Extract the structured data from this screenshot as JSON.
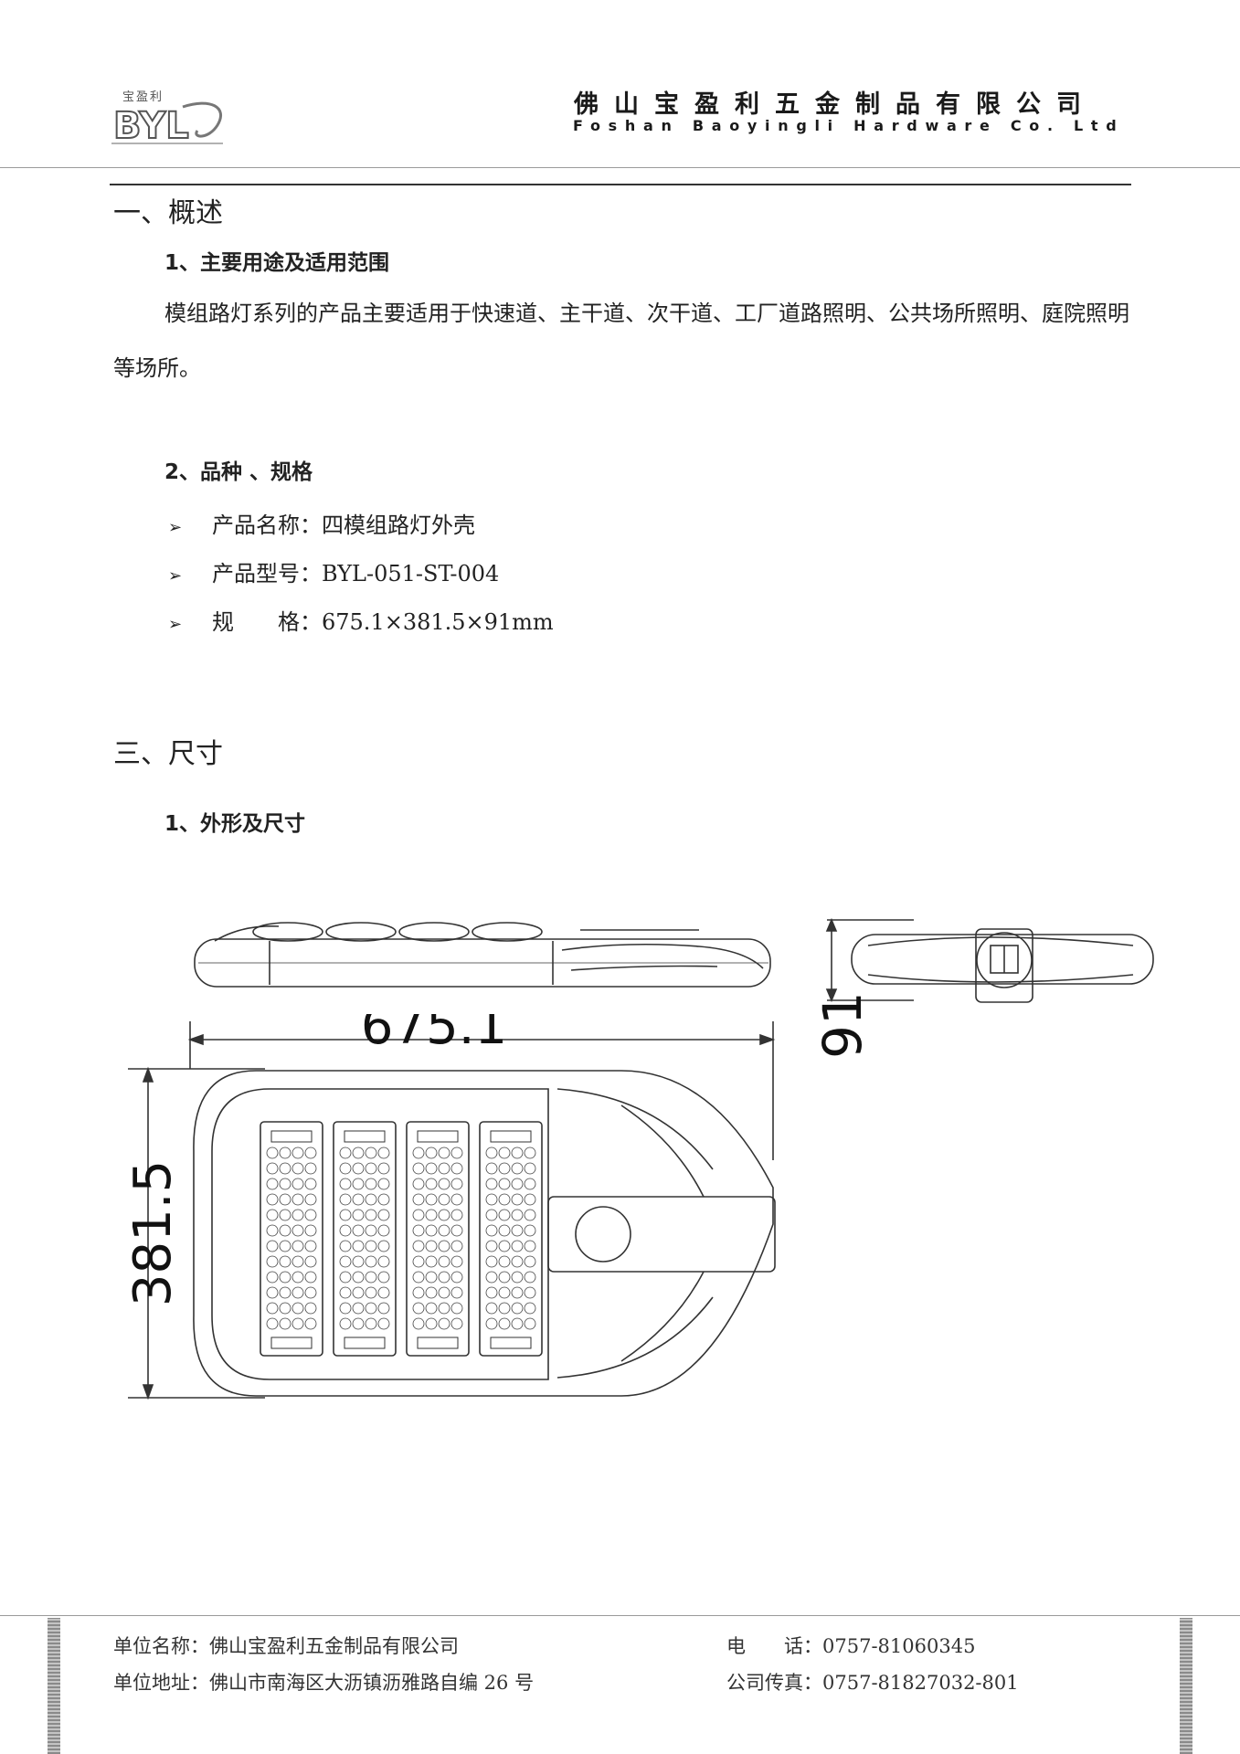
{
  "header": {
    "logo_small_text": "宝盈利",
    "logo_text": "BYL",
    "company_cn": "佛山宝盈利五金制品有限公司",
    "company_en": "Foshan Baoyingli Hardware Co. Ltd"
  },
  "section1": {
    "heading": "一、概述",
    "sub1_heading": "1、主要用途及适用范围",
    "sub1_text": "模组路灯系列的产品主要适用于快速道、主干道、次干道、工厂道路照明、公共场所照明、庭院照明等场所。",
    "sub2_heading": "2、品种 、规格",
    "specs": [
      {
        "bullet": "➢",
        "label": "产品名称：",
        "value": "四模组路灯外壳"
      },
      {
        "bullet": "➢",
        "label": "产品型号：",
        "value": "BYL-051-ST-004"
      },
      {
        "bullet": "➢",
        "label": "规　　格：",
        "value": "675.1×381.5×91mm"
      }
    ]
  },
  "section3": {
    "heading": "三、尺寸",
    "sub1_heading": "1、外形及尺寸"
  },
  "drawing": {
    "dim_length": "675.1",
    "dim_width": "381.5",
    "dim_height": "91"
  },
  "footer": {
    "company_label": "单位名称：",
    "company_value": "佛山宝盈利五金制品有限公司",
    "address_label": "单位地址：",
    "address_value": "佛山市南海区大沥镇沥雅路自编 26 号",
    "phone_label": "电　　话：",
    "phone_value": "0757-81060345",
    "fax_label": "公司传真：",
    "fax_value": "0757-81827032-801"
  }
}
